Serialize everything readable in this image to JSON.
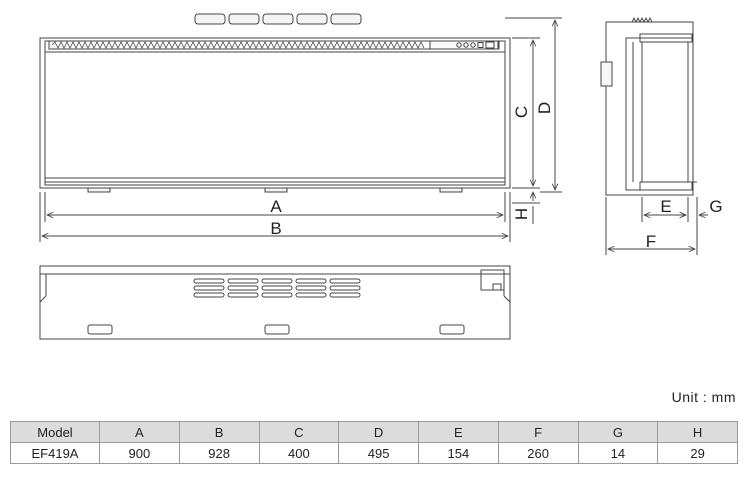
{
  "labels": {
    "A": "A",
    "B": "B",
    "C": "C",
    "D": "D",
    "E": "E",
    "F": "F",
    "G": "G",
    "H": "H"
  },
  "unit_label": "Unit : mm",
  "spec_table": {
    "headers": [
      "Model",
      "A",
      "B",
      "C",
      "D",
      "E",
      "F",
      "G",
      "H"
    ],
    "row": [
      "EF419A",
      "900",
      "928",
      "400",
      "495",
      "154",
      "260",
      "14",
      "29"
    ]
  }
}
